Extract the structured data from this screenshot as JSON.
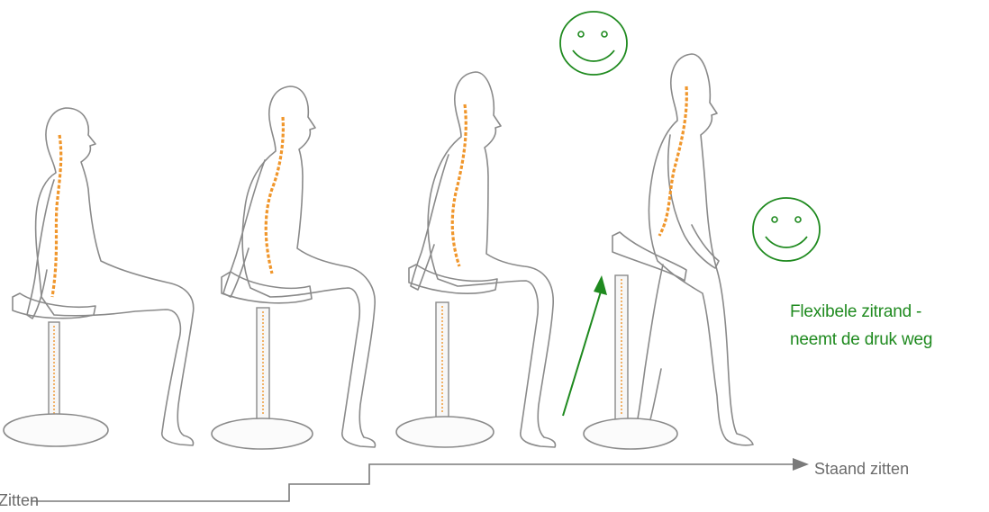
{
  "colors": {
    "accent_green": "#1f8a1f",
    "spine_orange": "#f0962b",
    "outline_gray": "#8a8a8a",
    "label_gray": "#6b6b6b"
  },
  "stages": [
    {
      "name": "stage-1",
      "posture": "seated upright on saddle stool"
    },
    {
      "name": "stage-2",
      "posture": "raised seat, leaning slightly forward"
    },
    {
      "name": "stage-3",
      "posture": "higher seat, more upright"
    },
    {
      "name": "stage-4",
      "posture": "standing-seated, seat edge flexed"
    }
  ],
  "icons": {
    "smiley_top": "smiley-icon",
    "smiley_side": "smiley-icon",
    "arrow": "arrow-up-icon",
    "axis_arrow": "arrow-right-icon"
  },
  "callout": {
    "line1": "Flexibele zitrand -",
    "line2": "neemt de druk weg"
  },
  "axis": {
    "start_label": "Zitten",
    "end_label": "Staand zitten"
  }
}
